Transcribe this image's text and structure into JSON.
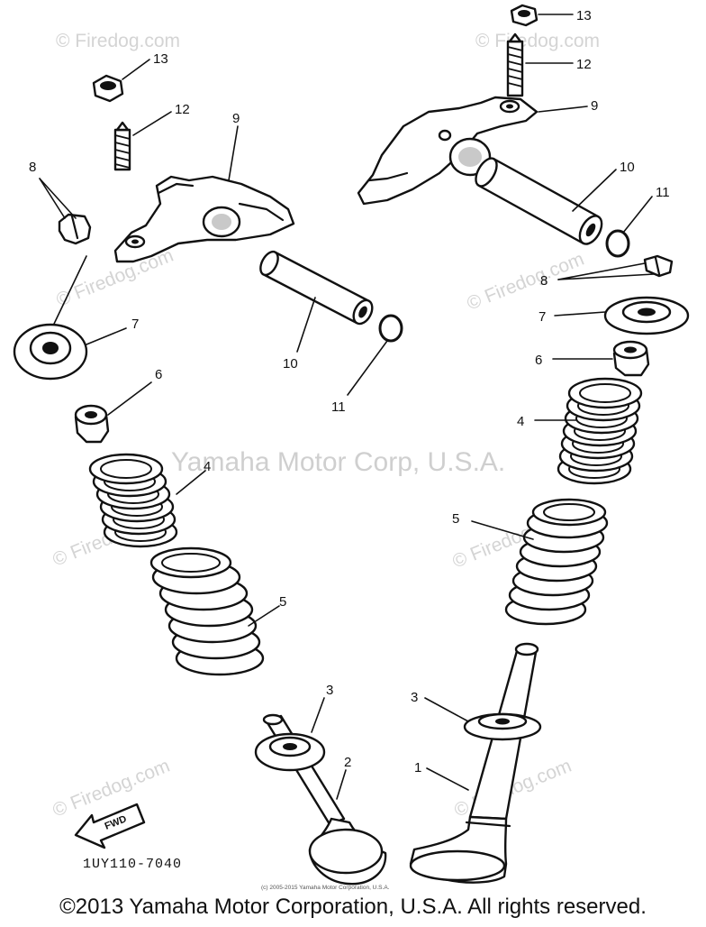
{
  "watermarks": {
    "firedog": "© Firedog.com",
    "yamaha": "Yamaha Motor Corp, U.S.A."
  },
  "labels": {
    "p1": "1",
    "p2": "2",
    "p3": "3",
    "p4": "4",
    "p5": "5",
    "p6": "6",
    "p7": "7",
    "p8": "8",
    "p9": "9",
    "p10": "10",
    "p11": "11",
    "p12": "12",
    "p13": "13"
  },
  "fwd_label": "FWD",
  "diagram_code": "1UY110-7040",
  "small_copyright": "(c) 2005-2015 Yamaha Motor Corporation, U.S.A.",
  "copyright": "©2013 Yamaha Motor Corporation, U.S.A. All rights reserved."
}
